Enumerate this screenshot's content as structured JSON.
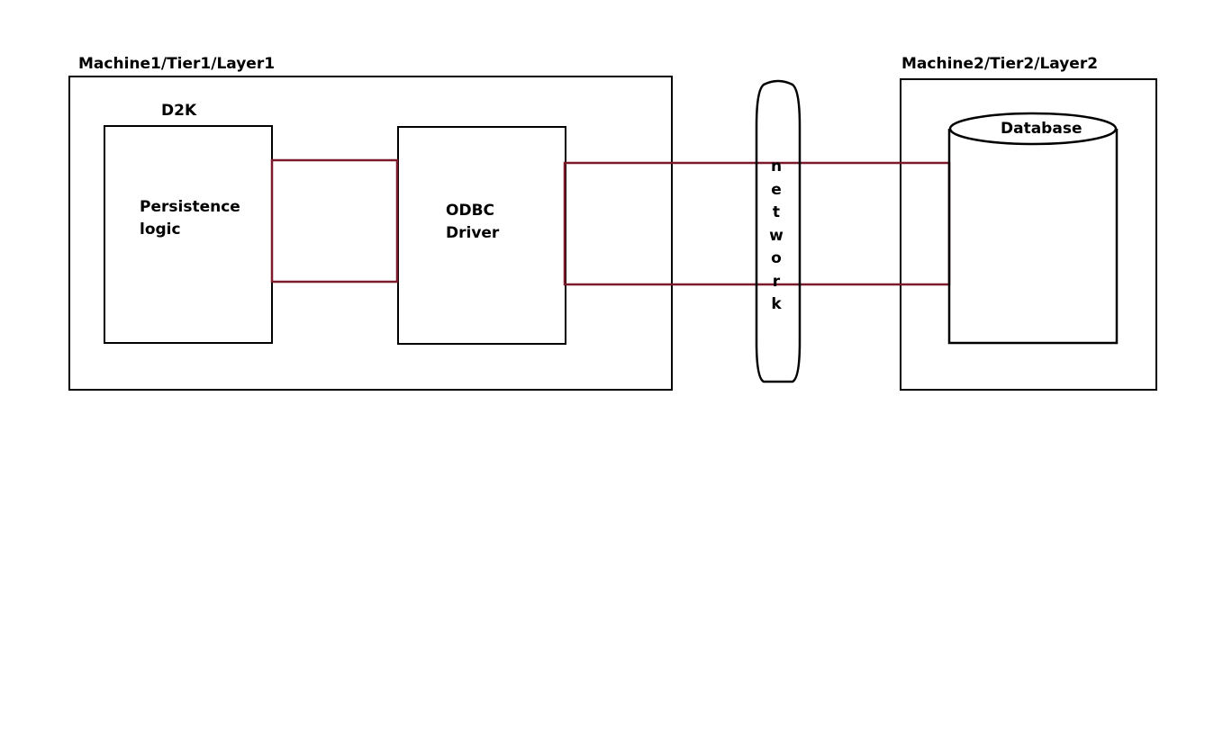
{
  "machine1": {
    "title": "Machine1/Tier1/Layer1",
    "group_label": "D2K",
    "persistence": {
      "line1": "Persistence",
      "line2": "logic"
    },
    "odbc": {
      "line1": "ODBC",
      "line2": "Driver"
    }
  },
  "network": {
    "letters": [
      "n",
      "e",
      "t",
      "w",
      "o",
      "r",
      "k"
    ]
  },
  "machine2": {
    "title": "Machine2/Tier2/Layer2",
    "database_label": "Database"
  },
  "colors": {
    "connector": "#7b1a2a",
    "outline": "#000000",
    "background": "#ffffff"
  }
}
